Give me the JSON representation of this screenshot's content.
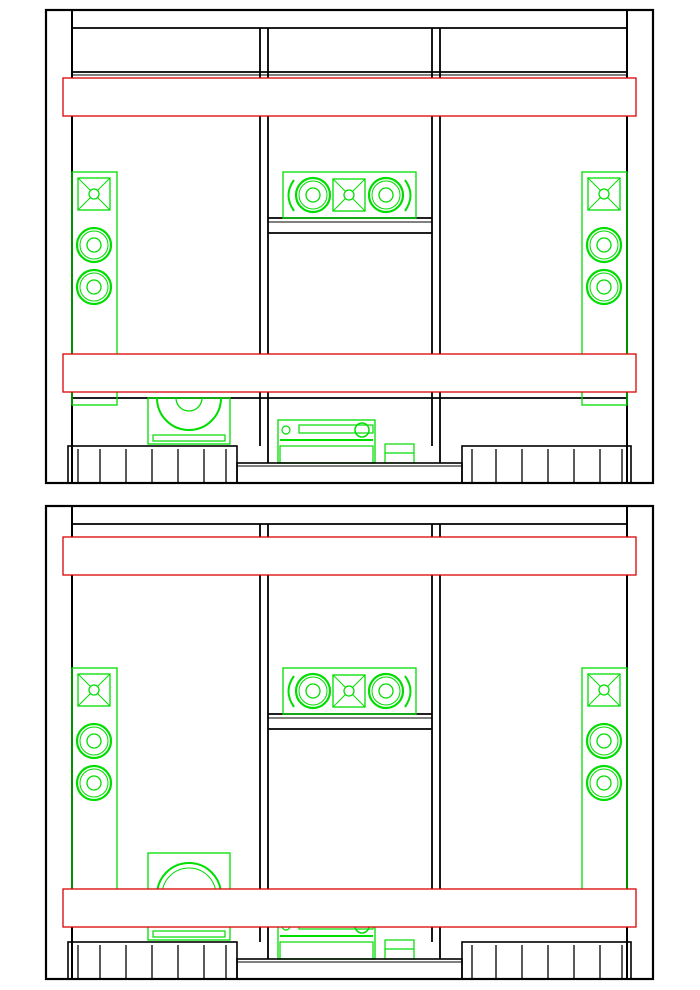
{
  "colors": {
    "line": "#000000",
    "equipment": "#00dd00",
    "band": "#dd0000",
    "background": "#ffffff"
  },
  "views": [
    {
      "name": "elevation-view-upper",
      "subwoofer_shift": 0
    },
    {
      "name": "elevation-view-lower",
      "subwoofer_shift": -41
    }
  ]
}
